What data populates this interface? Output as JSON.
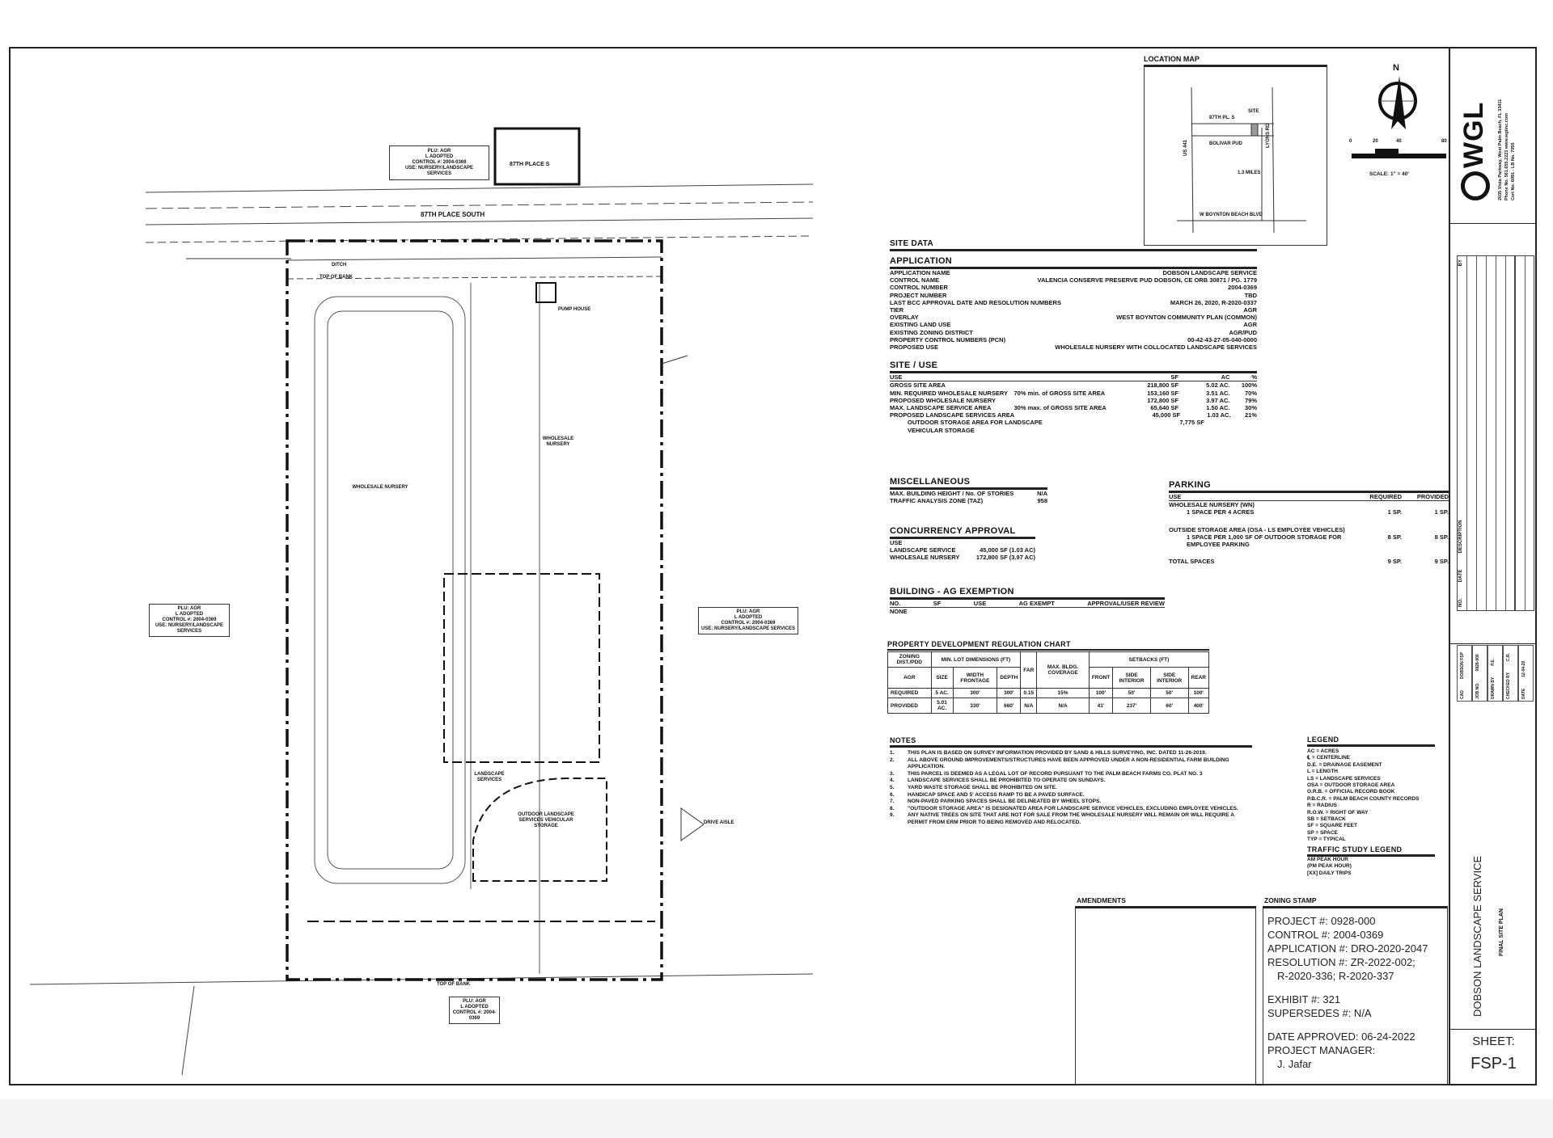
{
  "location_map": {
    "title": "LOCATION MAP",
    "labels": {
      "street_top": "87TH PL. S",
      "site": "SITE",
      "us441": "US 441",
      "lyons": "LYONS RD",
      "pud": "BOLIVAR PUD",
      "miles": "1.3 MILES",
      "boynton": "W BOYNTON BEACH BLVD"
    }
  },
  "north": {
    "label": "N"
  },
  "scale": {
    "ticks": [
      "0",
      "20",
      "40",
      "80"
    ],
    "text": "SCALE: 1\" = 40'"
  },
  "firm": {
    "logo": "WGL",
    "address": [
      "2035 Vista Parkway, West Palm Beach, FL 33411",
      "Phone No. 561.655.2223  www.wgiinc.com",
      "Cert No. 6091 - LB No. 7055"
    ]
  },
  "site_data": {
    "title": "SITE DATA",
    "application": {
      "title": "APPLICATION",
      "rows": [
        [
          "APPLICATION NAME",
          "DOBSON LANDSCAPE SERVICE"
        ],
        [
          "CONTROL NAME",
          "VALENCIA CONSERVE PRESERVE PUD DOBSON, CE ORB 30871 / PG. 1779"
        ],
        [
          "CONTROL NUMBER",
          "2004-0369"
        ],
        [
          "PROJECT NUMBER",
          "TBD"
        ],
        [
          "LAST BCC APPROVAL DATE AND RESOLUTION NUMBERS",
          "MARCH 26, 2020, R-2020-0337"
        ],
        [
          "TIER",
          "AGR"
        ],
        [
          "OVERLAY",
          "WEST BOYNTON COMMUNITY PLAN (COMMON)"
        ],
        [
          "EXISTING LAND USE",
          "AGR"
        ],
        [
          "EXISTING ZONING DISTRICT",
          "AGR/PUD"
        ],
        [
          "PROPERTY CONTROL NUMBERS (PCN)",
          "00-42-43-27-05-040-0000"
        ],
        [
          "PROPOSED USE",
          "WHOLESALE NURSERY WITH COLLOCATED LANDSCAPE SERVICES"
        ]
      ]
    },
    "site_use": {
      "title": "SITE / USE",
      "headers": [
        "USE",
        "",
        "SF",
        "AC",
        "%"
      ],
      "rows": [
        [
          "GROSS SITE AREA",
          "",
          "218,800 SF",
          "5.02 AC.",
          "100%"
        ],
        [
          "MIN. REQUIRED WHOLESALE NURSERY",
          "70% min. of GROSS SITE AREA",
          "153,160 SF",
          "3.51 AC.",
          "70%"
        ],
        [
          "PROPOSED WHOLESALE NURSERY",
          "",
          "172,800 SF",
          "3.97 AC.",
          "79%"
        ],
        [
          "MAX. LANDSCAPE SERVICE AREA",
          "30% max. of GROSS SITE AREA",
          "65,640 SF",
          "1.50 AC.",
          "30%"
        ],
        [
          "PROPOSED LANDSCAPE SERVICES AREA",
          "",
          "45,000 SF",
          "1.03 AC.",
          "21%"
        ],
        [
          "OUTDOOR STORAGE AREA FOR LANDSCAPE",
          "",
          "7,775 SF",
          "",
          ""
        ],
        [
          "VEHICULAR STORAGE",
          "",
          "",
          "",
          ""
        ]
      ]
    }
  },
  "misc": {
    "title": "MISCELLANEOUS",
    "rows": [
      [
        "MAX. BUILDING HEIGHT / No. OF STORIES",
        "N/A"
      ],
      [
        "TRAFFIC ANALYSIS ZONE (TAZ)",
        "958"
      ]
    ]
  },
  "concurrency": {
    "title": "CONCURRENCY APPROVAL",
    "header": "USE",
    "rows": [
      [
        "LANDSCAPE SERVICE",
        "45,000 SF (1.03 AC)"
      ],
      [
        "WHOLESALE NURSERY",
        "172,800 SF (3.97 AC)"
      ]
    ]
  },
  "ag_exemption": {
    "title": "BUILDING - AG EXEMPTION",
    "headers": [
      "NO.",
      "SF",
      "USE",
      "AG EXEMPT",
      "APPROVAL/USER REVIEW"
    ],
    "value": "NONE"
  },
  "parking": {
    "title": "PARKING",
    "headers": [
      "USE",
      "REQUIRED",
      "PROVIDED"
    ],
    "rows": [
      [
        "WHOLESALE NURSERY (WN)",
        "",
        ""
      ],
      [
        "1 SPACE PER 4 ACRES",
        "1 SP.",
        "1 SP."
      ],
      [
        "OUTSIDE STORAGE AREA (OSA - LS EMPLOYEE VEHICLES)",
        "",
        ""
      ],
      [
        "1 SPACE PER 1,000 SF OF OUTDOOR STORAGE FOR EMPLOYEE PARKING",
        "8 SP.",
        "8 SP."
      ],
      [
        "TOTAL SPACES",
        "9 SP.",
        "9 SP."
      ]
    ]
  },
  "pdr": {
    "title": "PROPERTY DEVELOPMENT REGULATION CHART",
    "group_headers": [
      "ZONING DIST./PDD",
      "MIN. LOT DIMENSIONS (FT)",
      "FAR",
      "MAX. BLDG. COVERAGE",
      "SETBACKS (FT)"
    ],
    "sub_headers": [
      "AGR",
      "SIZE",
      "WIDTH FRONTAGE",
      "DEPTH",
      "FRONT",
      "SIDE INTERIOR",
      "SIDE INTERIOR",
      "REAR"
    ],
    "rows": [
      [
        "REQUIRED",
        "5 AC.",
        "300'",
        "300'",
        "0.15",
        "15%",
        "100'",
        "50'",
        "50'",
        "100'"
      ],
      [
        "PROVIDED",
        "5.01 AC.",
        "330'",
        "660'",
        "N/A",
        "N/A",
        "41'",
        "237'",
        "60'",
        "400'"
      ]
    ]
  },
  "notes": {
    "title": "NOTES",
    "items": [
      "THIS PLAN IS BASED ON SURVEY INFORMATION PROVIDED BY SAND & HILLS SURVEYING, INC. DATED 11-26-2019.",
      "ALL ABOVE GROUND IMPROVEMENTS/STRUCTURES HAVE BEEN APPROVED UNDER A NON-RESIDENTIAL FARM BUILDING APPLICATION.",
      "THIS PARCEL IS DEEMED AS A LEGAL LOT OF RECORD PURSUANT TO THE PALM BEACH FARMS CO. PLAT NO. 3",
      "LANDSCAPE SERVICES SHALL BE PROHIBITED TO OPERATE ON SUNDAYS.",
      "YARD WASTE STORAGE SHALL BE PROHIBITED ON SITE.",
      "HANDICAP SPACE AND 5' ACCESS RAMP TO BE A PAVED SURFACE.",
      "NON-PAVED PARKING SPACES SHALL BE DELINEATED BY WHEEL STOPS.",
      "\"OUTDOOR STORAGE AREA\" IS DESIGNATED AREA FOR LANDSCAPE SERVICE VEHICLES, EXCLUDING EMPLOYEE VEHICLES.",
      "ANY NATIVE TREES ON SITE THAT ARE NOT FOR SALE FROM THE WHOLESALE NURSERY WILL REMAIN OR WILL REQUIRE A PERMIT FROM ERM PRIOR TO BEING REMOVED AND RELOCATED."
    ]
  },
  "legend": {
    "title": "LEGEND",
    "items": [
      "AC = ACRES",
      "℄ = CENTERLINE",
      "D.E. = DRAINAGE EASEMENT",
      "L = LENGTH",
      "LS = LANDSCAPE SERVICES",
      "OSA = OUTDOOR STORAGE AREA",
      "O.R.B. = OFFICIAL RECORD BOOK",
      "P.B.C.R. = PALM BEACH COUNTY RECORDS",
      "R = RADIUS",
      "R.O.W. = RIGHT OF WAY",
      "SB = SETBACK",
      "SF = SQUARE FEET",
      "SP = SPACE",
      "TYP = TYPICAL"
    ],
    "traffic_title": "TRAFFIC STUDY LEGEND",
    "traffic_items": [
      "AM PEAK HOUR",
      "(PM PEAK HOUR)",
      "[XX] DAILY TRIPS"
    ]
  },
  "amendments": {
    "title": "AMENDMENTS"
  },
  "zoning_stamp": {
    "title": "ZONING STAMP",
    "lines": [
      "PROJECT #: 0928-000",
      "CONTROL #: 2004-0369",
      "APPLICATION #: DRO-2020-2047",
      "RESOLUTION #: ZR-2022-002;",
      "R-2020-336; R-2020-337",
      "",
      "EXHIBIT #: 321",
      "SUPERSEDES #: N/A",
      "",
      "DATE APPROVED: 06-24-2022",
      "PROJECT MANAGER:",
      "J. Jafar"
    ]
  },
  "title_block": {
    "revision_headers": [
      "NO.",
      "DATE",
      "DESCRIPTION",
      "BY"
    ],
    "info": [
      [
        "CAD",
        "DOBSON FSP"
      ],
      [
        "JOB NO.",
        "0928-000"
      ],
      [
        "DRAWN BY",
        "P.E."
      ],
      [
        "CHECKED BY",
        "C.R."
      ],
      [
        "DATE",
        "12-04-20"
      ]
    ],
    "project": "DOBSON LANDSCAPE SERVICE",
    "drawing": "FINAL SITE PLAN",
    "sheet_label": "SHEET:",
    "sheet_no": "FSP-1"
  },
  "plan": {
    "street": "87TH PLACE SOUTH",
    "key_street": "87TH PLACE S",
    "top_of_bank": "TOP OF BANK",
    "ditch": "DITCH",
    "pump_house": "PUMP HOUSE",
    "nursery": "WHOLESALE NURSERY",
    "landscape": "LANDSCAPE SERVICES",
    "outdoor": "OUTDOOR LANDSCAPE SERVICES VEHICULAR STORAGE",
    "drive": "DRIVE AISLE",
    "pud_box": [
      "PLU: AGR",
      "L ADOPTED",
      "CONTROL #: 2004-0369",
      "USE: NURSERY/LANDSCAPE SERVICES"
    ]
  }
}
